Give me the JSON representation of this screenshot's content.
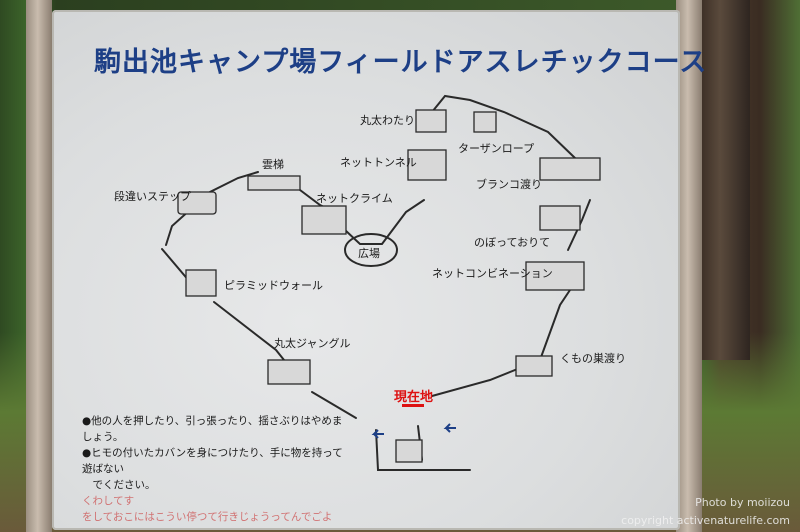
{
  "sign": {
    "title": "駒出池キャンプ場フィールドアスレチックコース",
    "stations": {
      "maruta_watari": "丸太わたり",
      "tarzan_rope": "ターザンロープ",
      "net_tunnel": "ネットトンネル",
      "unten": "雲梯",
      "dan_chigai_step": "段違いステップ",
      "net_climb": "ネットクライム",
      "buranko_watari": "ブランコ渡り",
      "hiroba": "広場",
      "nobotte_orite": "のぼっておりて",
      "net_combination": "ネットコンビネーション",
      "pyramid_wall": "ピラミッドウォール",
      "maruta_jungle": "丸太ジャングル",
      "kumo_no_su_watari": "くもの巣渡り"
    },
    "current_location": "現在地",
    "rules": [
      "●他の人を押したり、引っ張ったり、揺さぶりはやめましょう。",
      "●ヒモの付いたカバンを身につけたり、手に物を持って遊ばない",
      "　でください。"
    ],
    "faded_notes": [
      "くわしてす",
      "をしておこにはこうい停つて行きじょうってんでごよ"
    ]
  },
  "credit": {
    "line1": "Photo by moiizou",
    "line2": "copyright activenaturelife.com"
  }
}
